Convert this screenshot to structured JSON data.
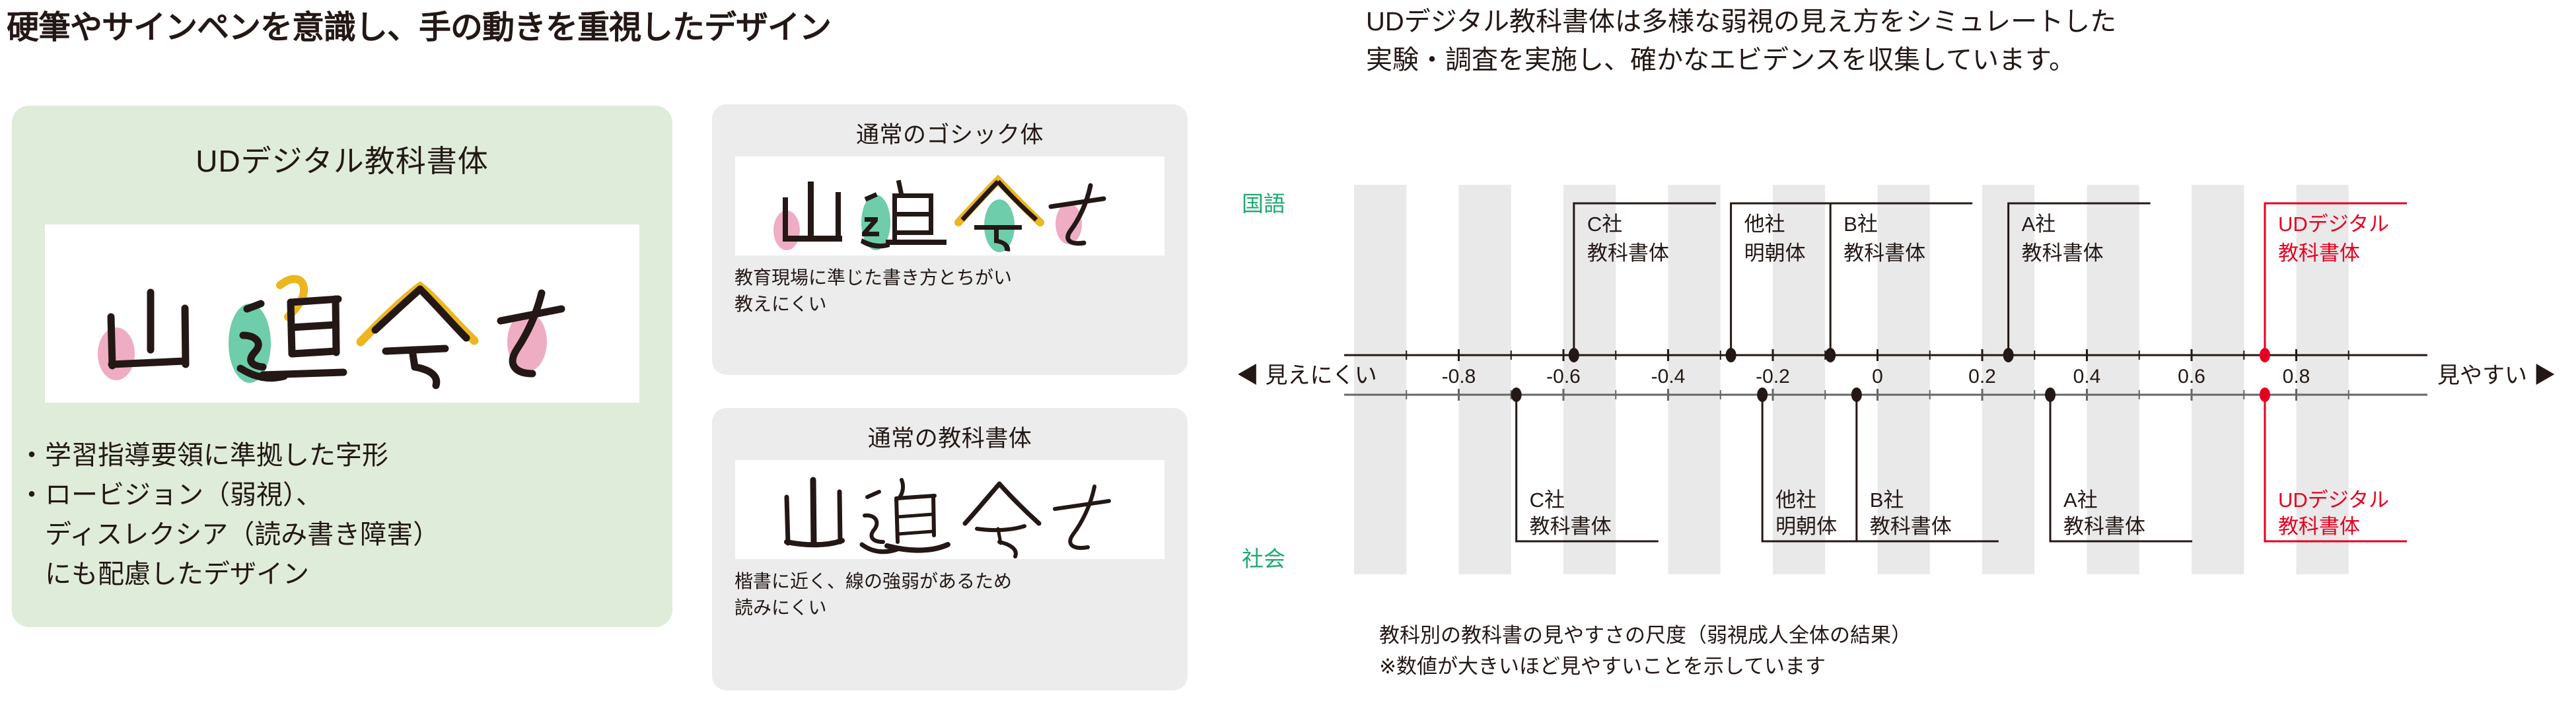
{
  "headline": "硬筆やサインペンを意識し、手の動きを重視したデザイン",
  "green_card": {
    "title": "UDデジタル教科書体",
    "sample_text": "山追令さ",
    "bullets": [
      "・学習指導要領に準拠した字形",
      "・ロービジョン（弱視）、",
      "ディスレクシア（読み書き障害）",
      "にも配慮したデザイン"
    ]
  },
  "comparison_cards": [
    {
      "title": "通常のゴシック体",
      "sample_text": "山追令さ",
      "caption": [
        "教育現場に準じた書き方とちがい",
        "教えにくい"
      ]
    },
    {
      "title": "通常の教科書体",
      "sample_text": "山追令さ",
      "caption": [
        "楷書に近く、線の強弱があるため",
        "読みにくい"
      ]
    }
  ],
  "right_lead": [
    "UDデジタル教科書体は多様な弱視の見え方をシミュレートした",
    "実験・調査を実施し、確かなエビデンスを収集しています。"
  ],
  "chart_notes": [
    "教科別の教科書の見やすさの尺度（弱視成人全体の結果）",
    "※数値が大きいほど見やすいことを示しています"
  ],
  "colors": {
    "green": "#1faa72",
    "red": "#e60020",
    "ink": "#231815",
    "band": "#e9e9e9",
    "card_green": "#dfecd9",
    "card_gray": "#ececec",
    "accent_pink": "#efadc4",
    "accent_teal": "#6ecdab",
    "accent_yellow": "#ecb61f"
  },
  "chart_data": {
    "type": "scatter",
    "title": "教科別の教科書の見やすさの尺度（弱視成人全体の結果）",
    "xlabel": "",
    "ylabel": "",
    "xlim": [
      -1.0,
      1.0
    ],
    "grid": false,
    "legend_position": "none",
    "axis_left_label": "見えにくい",
    "axis_right_label": "見やすい",
    "axis_left_arrow": "◀",
    "axis_right_arrow": "▶",
    "tick_labels": [
      "-0.8",
      "-0.6",
      "-0.4",
      "-0.2",
      "0",
      "0.2",
      "0.4",
      "0.6",
      "0.8"
    ],
    "tick_values": [
      -0.8,
      -0.6,
      -0.4,
      -0.2,
      0,
      0.2,
      0.4,
      0.6,
      0.8
    ],
    "series": [
      {
        "name": "国語",
        "name_color": "#1faa72",
        "points": [
          {
            "label": "C社\n教科書体",
            "label_line1": "C社",
            "label_line2": "教科書体",
            "value": -0.58,
            "color": "#231815"
          },
          {
            "label": "他社\n明朝体",
            "label_line1": "他社",
            "label_line2": "明朝体",
            "value": -0.28,
            "color": "#231815"
          },
          {
            "label": "B社\n教科書体",
            "label_line1": "B社",
            "label_line2": "教科書体",
            "value": -0.09,
            "color": "#231815"
          },
          {
            "label": "A社\n教科書体",
            "label_line1": "A社",
            "label_line2": "教科書体",
            "value": 0.25,
            "color": "#231815"
          },
          {
            "label": "UDデジタル\n教科書体",
            "label_line1": "UDデジタル",
            "label_line2": "教科書体",
            "value": 0.74,
            "color": "#e60020"
          }
        ]
      },
      {
        "name": "社会",
        "name_color": "#1faa72",
        "points": [
          {
            "label": "C社\n教科書体",
            "label_line1": "C社",
            "label_line2": "教科書体",
            "value": -0.69,
            "color": "#231815"
          },
          {
            "label": "他社\n明朝体",
            "label_line1": "他社",
            "label_line2": "明朝体",
            "value": -0.22,
            "color": "#231815"
          },
          {
            "label": "B社\n教科書体",
            "label_line1": "B社",
            "label_line2": "教科書体",
            "value": -0.04,
            "color": "#231815"
          },
          {
            "label": "A社\n教科書体",
            "label_line1": "A社",
            "label_line2": "教科書体",
            "value": 0.33,
            "color": "#231815"
          },
          {
            "label": "UDデジタル\n教科書体",
            "label_line1": "UDデジタル",
            "label_line2": "教科書体",
            "value": 0.74,
            "color": "#e60020"
          }
        ]
      }
    ],
    "bands": [
      [
        -1.0,
        -0.9
      ],
      [
        -0.8,
        -0.7
      ],
      [
        -0.6,
        -0.5
      ],
      [
        -0.4,
        -0.3
      ],
      [
        -0.2,
        -0.1
      ],
      [
        0.0,
        0.1
      ],
      [
        0.2,
        0.3
      ],
      [
        0.4,
        0.5
      ],
      [
        0.6,
        0.7
      ],
      [
        0.8,
        0.9
      ]
    ]
  }
}
